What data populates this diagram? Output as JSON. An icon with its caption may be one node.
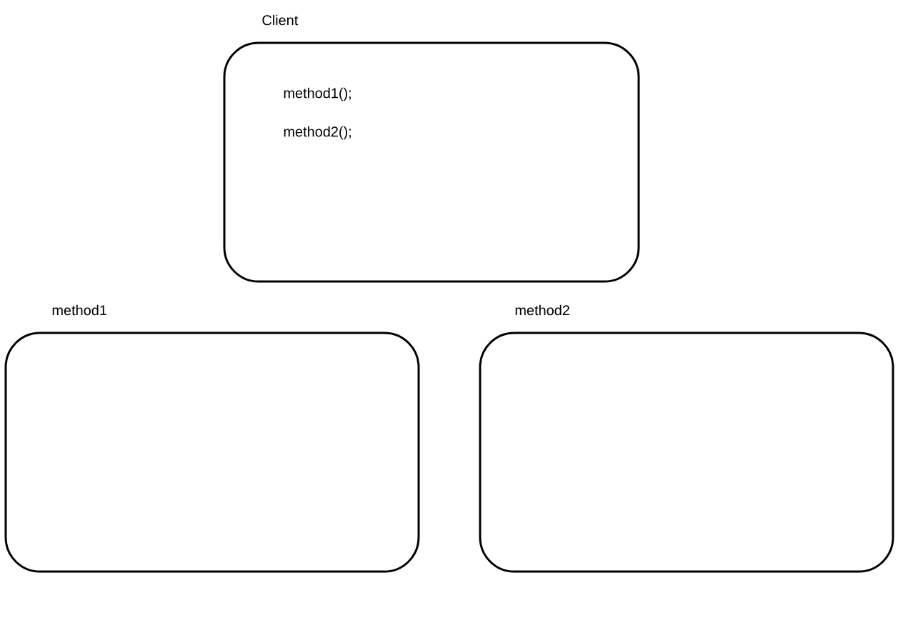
{
  "diagram": {
    "nodes": [
      {
        "text": [
          "Client",
          "method1();",
          "method2();"
        ]
      },
      {
        "text": [
          "method1"
        ]
      },
      {
        "text": [
          "method2"
        ]
      }
    ]
  }
}
